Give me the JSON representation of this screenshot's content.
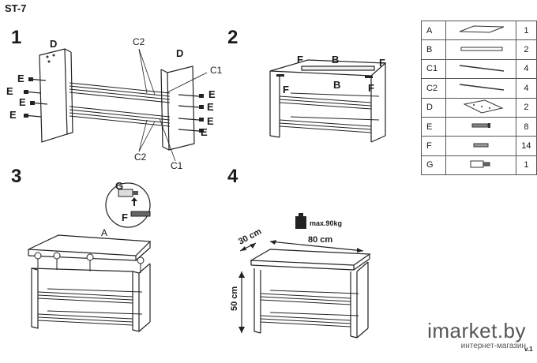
{
  "header": {
    "model": "ST-7"
  },
  "steps": [
    {
      "number": "1",
      "labels": [
        "D",
        "D",
        "C2",
        "C1",
        "C2",
        "C1",
        "E",
        "E",
        "E",
        "E",
        "E",
        "E",
        "E",
        "E"
      ]
    },
    {
      "number": "2",
      "labels": [
        "F",
        "B",
        "F",
        "F",
        "B",
        "F"
      ]
    },
    {
      "number": "3",
      "labels": [
        "A",
        "G",
        "F"
      ]
    },
    {
      "number": "4",
      "labels": [
        "max.90kg",
        "30 cm",
        "80 cm",
        "50 cm"
      ]
    }
  ],
  "parts_table": [
    {
      "letter": "A",
      "qty": "1",
      "icon": "panel-icon"
    },
    {
      "letter": "B",
      "qty": "2",
      "icon": "rail-icon"
    },
    {
      "letter": "C1",
      "qty": "4",
      "icon": "rod-icon"
    },
    {
      "letter": "C2",
      "qty": "4",
      "icon": "rod-icon"
    },
    {
      "letter": "D",
      "qty": "2",
      "icon": "side-panel-icon"
    },
    {
      "letter": "E",
      "qty": "8",
      "icon": "screw-icon"
    },
    {
      "letter": "F",
      "qty": "14",
      "icon": "dowel-icon"
    },
    {
      "letter": "G",
      "qty": "1",
      "icon": "key-icon"
    }
  ],
  "watermark": {
    "main": "imarket.by",
    "sub": "интернет-магазин"
  },
  "version": "v.1"
}
